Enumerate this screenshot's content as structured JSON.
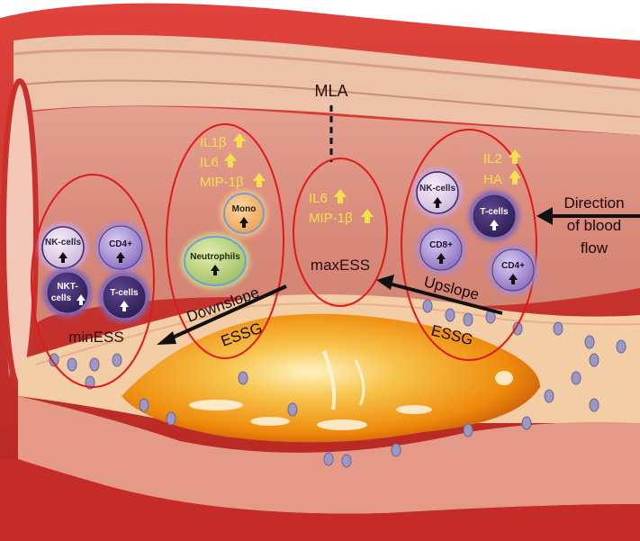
{
  "title": "MLA",
  "regions": {
    "min": {
      "label": "minESS"
    },
    "down": {
      "cytokines": [
        "IL1β",
        "IL6",
        "MIP-1β"
      ],
      "gradient_1": "Downslope",
      "gradient_2": "ESSG"
    },
    "max": {
      "label": "maxESS",
      "cytokines": [
        "IL6",
        "MIP-1β"
      ]
    },
    "up": {
      "cytokines": [
        "IL2",
        "HA"
      ],
      "gradient_1": "Upslope",
      "gradient_2": "ESSG"
    }
  },
  "cells": {
    "min_nk": "NK-cells",
    "min_cd4": "CD4+",
    "min_nkt_1": "NKT-",
    "min_nkt_2": "cells",
    "min_tcells": "T-cells",
    "down_mono": "Mono",
    "down_neutrophils": "Neutrophils",
    "up_nk": "NK-cells",
    "up_tcells": "T-cells",
    "up_cd8": "CD8+",
    "up_cd4": "CD4+"
  },
  "flow": {
    "line_1": "Direction",
    "line_2": "of blood",
    "line_3": "flow"
  },
  "colors": {
    "vessel_wall": "#c9302c",
    "lumen": "#e9a590",
    "plaque_core": "#f39a0c",
    "ellipse_outline": "#e01818",
    "cytokine_text": "#f4e04a",
    "cd_purple": "#8a6fc0",
    "tcell_dark": "#3c2a66",
    "mono_orange": "#f2b060",
    "neutrophil_green": "#a9c66a"
  },
  "icons": {
    "up": "up-arrow-icon",
    "flow": "left-arrow-icon"
  }
}
